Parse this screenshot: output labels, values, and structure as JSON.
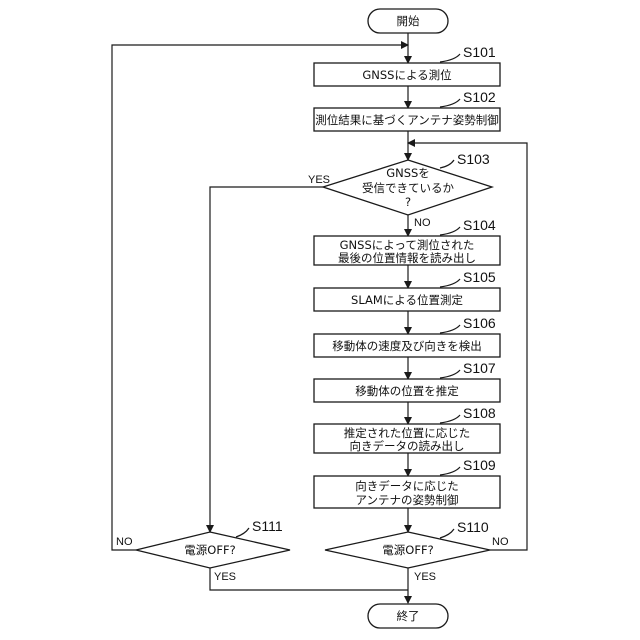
{
  "flowchart": {
    "start": "開始",
    "end": "終了",
    "steps": {
      "s101": {
        "id": "S101",
        "line1": "GNSSによる測位"
      },
      "s102": {
        "id": "S102",
        "line1": "測位結果に基づくアンテナ姿勢制御"
      },
      "s103": {
        "id": "S103",
        "line1": "GNSSを",
        "line2": "受信できているか",
        "line3": "?"
      },
      "s104": {
        "id": "S104",
        "line1": "GNSSによって測位された",
        "line2": "最後の位置情報を読み出し"
      },
      "s105": {
        "id": "S105",
        "line1": "SLAMによる位置測定"
      },
      "s106": {
        "id": "S106",
        "line1": "移動体の速度及び向きを検出"
      },
      "s107": {
        "id": "S107",
        "line1": "移動体の位置を推定"
      },
      "s108": {
        "id": "S108",
        "line1": "推定された位置に応じた",
        "line2": "向きデータの読み出し"
      },
      "s109": {
        "id": "S109",
        "line1": "向きデータに応じた",
        "line2": "アンテナの姿勢制御"
      },
      "s110": {
        "id": "S110",
        "line1": "電源OFF?"
      },
      "s111": {
        "id": "S111",
        "line1": "電源OFF?"
      }
    },
    "labels": {
      "yes_s103": "YES",
      "no_s103": "NO",
      "no_s110": "NO",
      "yes_s110": "YES",
      "no_s111": "NO",
      "yes_s111": "YES"
    }
  }
}
